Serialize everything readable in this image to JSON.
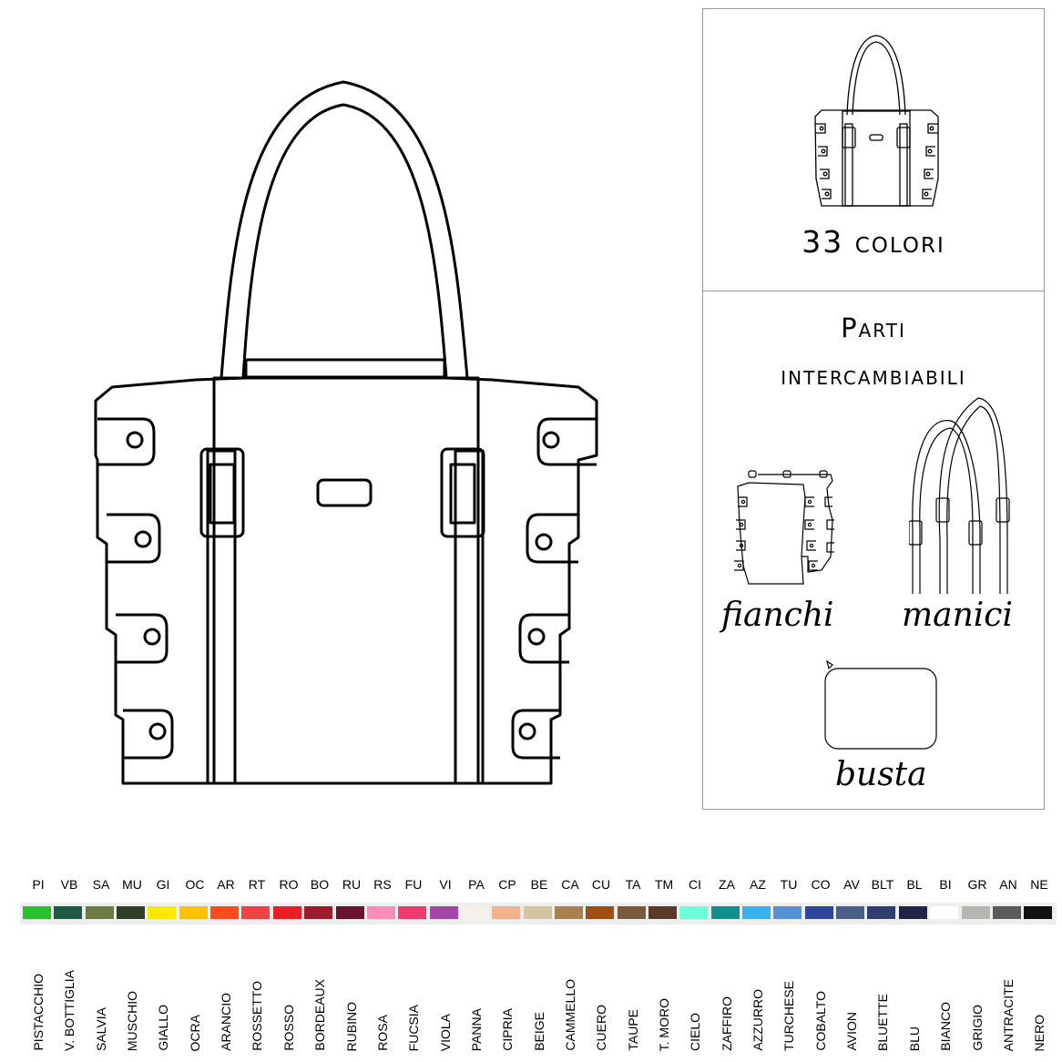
{
  "colors_panel": {
    "title": "33 colori",
    "icon": "handbag-icon"
  },
  "parts_panel": {
    "title_line1": "Parti",
    "title_line2": "intercambiabili",
    "sides_label": "fianchi",
    "handles_label": "manici",
    "pouch_label": "busta"
  },
  "swatches": [
    {
      "code": "PI",
      "name": "PISTACCHIO",
      "color": "#2bbf2b"
    },
    {
      "code": "VB",
      "name": "V. BOTTIGLIA",
      "color": "#1e5a44"
    },
    {
      "code": "SA",
      "name": "SALVIA",
      "color": "#6d7a45"
    },
    {
      "code": "MU",
      "name": "MUSCHIO",
      "color": "#2f3f2a"
    },
    {
      "code": "GI",
      "name": "GIALLO",
      "color": "#ffe800"
    },
    {
      "code": "OC",
      "name": "OCRA",
      "color": "#ffc000"
    },
    {
      "code": "AR",
      "name": "ARANCIO",
      "color": "#ff4a1a"
    },
    {
      "code": "RT",
      "name": "ROSSETTO",
      "color": "#ee4444"
    },
    {
      "code": "RO",
      "name": "ROSSO",
      "color": "#ee1c24"
    },
    {
      "code": "BO",
      "name": "BORDEAUX",
      "color": "#9b1d2b"
    },
    {
      "code": "RU",
      "name": "RUBINO",
      "color": "#6d1130"
    },
    {
      "code": "RS",
      "name": "ROSA",
      "color": "#ff8cb8"
    },
    {
      "code": "FU",
      "name": "FUCSIA",
      "color": "#ef3b6e"
    },
    {
      "code": "VI",
      "name": "VIOLA",
      "color": "#a447a8"
    },
    {
      "code": "PA",
      "name": "PANNA",
      "color": "#f4f1ea"
    },
    {
      "code": "CP",
      "name": "CIPRIA",
      "color": "#f4b18d"
    },
    {
      "code": "BE",
      "name": "BEIGE",
      "color": "#d4c4a1"
    },
    {
      "code": "CA",
      "name": "CAMMELLO",
      "color": "#a9814e"
    },
    {
      "code": "CU",
      "name": "CUERO",
      "color": "#a24e10"
    },
    {
      "code": "TA",
      "name": "TAUPE",
      "color": "#7a5a3c"
    },
    {
      "code": "TM",
      "name": "T. MORO",
      "color": "#5a3a2a"
    },
    {
      "code": "CI",
      "name": "CIELO",
      "color": "#6fffd9"
    },
    {
      "code": "ZA",
      "name": "ZAFFIRO",
      "color": "#138f8f"
    },
    {
      "code": "AZ",
      "name": "AZZURRO",
      "color": "#3ab0ee"
    },
    {
      "code": "TU",
      "name": "TURCHESE",
      "color": "#5591d4"
    },
    {
      "code": "CO",
      "name": "COBALTO",
      "color": "#2f4599"
    },
    {
      "code": "AV",
      "name": "AVION",
      "color": "#4b5f85"
    },
    {
      "code": "BLT",
      "name": "BLUETTE",
      "color": "#2f3e6e"
    },
    {
      "code": "BL",
      "name": "BLU",
      "color": "#1f2446"
    },
    {
      "code": "BI",
      "name": "BIANCO",
      "color": "#ffffff"
    },
    {
      "code": "GR",
      "name": "GRIGIO",
      "color": "#b5b8b2"
    },
    {
      "code": "AN",
      "name": "ANTRACITE",
      "color": "#5a5a5a"
    },
    {
      "code": "NE",
      "name": "NERO",
      "color": "#111111"
    }
  ]
}
